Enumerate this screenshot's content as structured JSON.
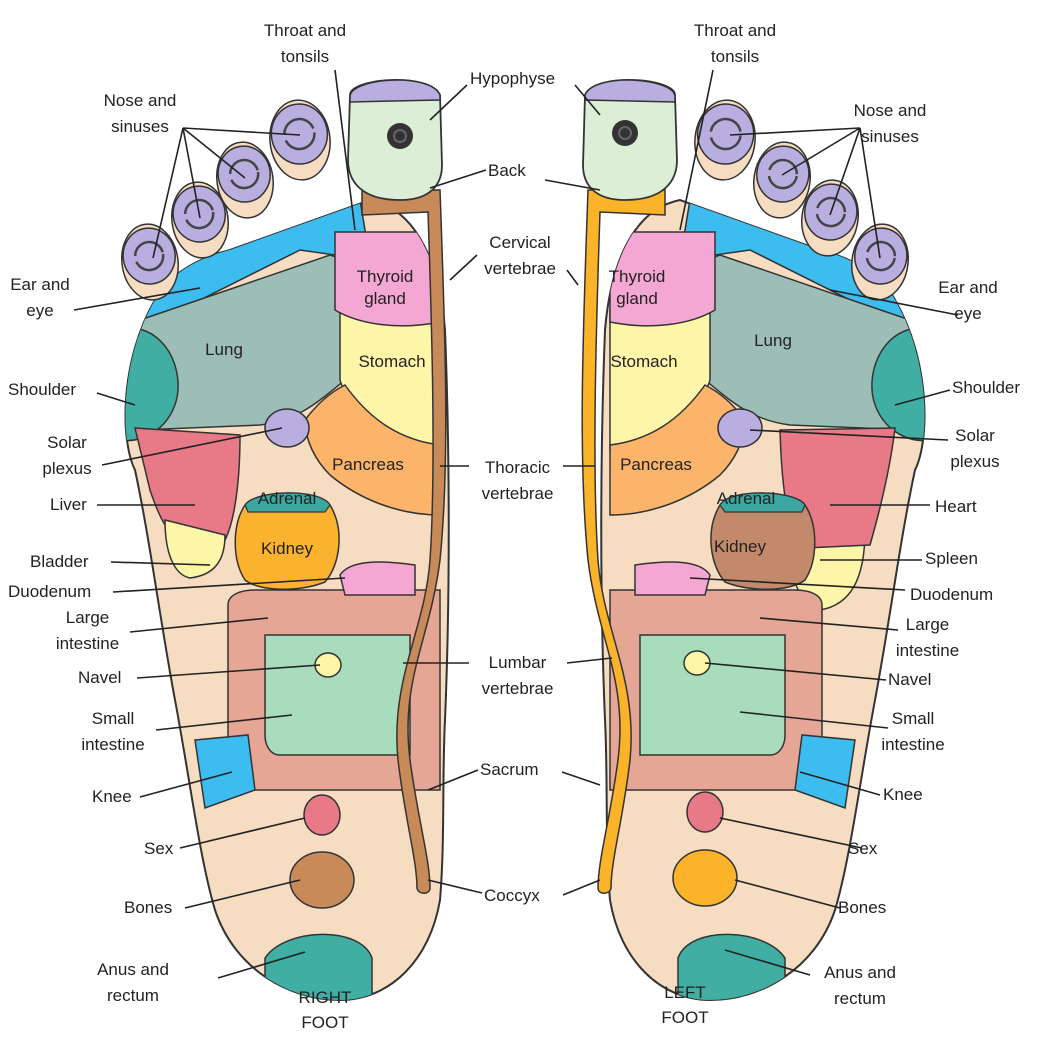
{
  "zones": {
    "thyroid_gland": "Thyroid\ngland",
    "stomach": "Stomach",
    "lung": "Lung",
    "pancreas": "Pancreas",
    "adrenal": "Adrenal",
    "kidney": "Kidney"
  },
  "labels": {
    "throat_tonsils": "Throat and\ntonsils",
    "nose_sinuses": "Nose and\nsinuses",
    "ear_eye": "Ear and\neye",
    "shoulder": "Shoulder",
    "solar_plexus": "Solar\nplexus",
    "liver": "Liver",
    "bladder": "Bladder",
    "duodenum": "Duodenum",
    "large_intestine": "Large\nintestine",
    "navel": "Navel",
    "small_intestine": "Small\nintestine",
    "knee": "Knee",
    "sex": "Sex",
    "bones": "Bones",
    "anus_rectum": "Anus and\nrectum",
    "heart": "Heart",
    "spleen": "Spleen",
    "hypophyse": "Hypophyse",
    "back": "Back",
    "cervical_vertebrae": "Cervical\nvertebrae",
    "thoracic_vertebrae": "Thoracic\nvertebrae",
    "lumbar_vertebrae": "Lumbar\nvertebrae",
    "sacrum": "Sacrum",
    "coccyx": "Coccyx"
  },
  "titles": {
    "right_foot": "RIGHT\nFOOT",
    "left_foot": "LEFT\nFOOT"
  },
  "colors": {
    "skin": "#f6dcc0",
    "toe_swirl": "#b9aee0",
    "hypophyse_toe": "#dcefd6",
    "sinus_blue": "#3cbcef",
    "lung": "#9dbdb7",
    "shoulder": "#40aea3",
    "thyroid": "#f5a7d4",
    "stomach": "#fdf6a9",
    "pancreas": "#fbb46a",
    "liver_heart": "#e77a86",
    "kidney_right": "#fbb22f",
    "kidney_left": "#c28a6a",
    "adrenal": "#3aa8a0",
    "intestine": "#e6a696",
    "small_intestine": "#a9dcbc",
    "spine_right": "#c98a5a",
    "spine_left": "#fbb42a",
    "knee": "#3cbcef",
    "sex": "#e77a86",
    "bones_right": "#c98a5a",
    "bones_left": "#fbb42a",
    "anus": "#40aea3"
  }
}
